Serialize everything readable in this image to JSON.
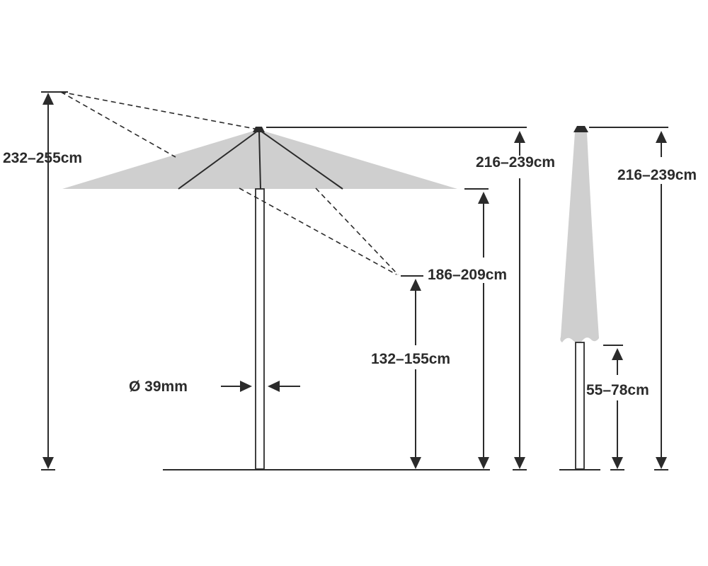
{
  "colors": {
    "line": "#2b2b2b",
    "canopy": "#cfcfcf",
    "background": "#ffffff"
  },
  "labels": {
    "total_height_tilted": "232–255cm",
    "open_top_height": "216–239cm",
    "open_canopy_edge_height": "186–209cm",
    "tilted_edge_height": "132–155cm",
    "pole_diameter": "Ø 39mm",
    "closed_height": "216–239cm",
    "closed_bottom_clearance": "55–78cm"
  }
}
